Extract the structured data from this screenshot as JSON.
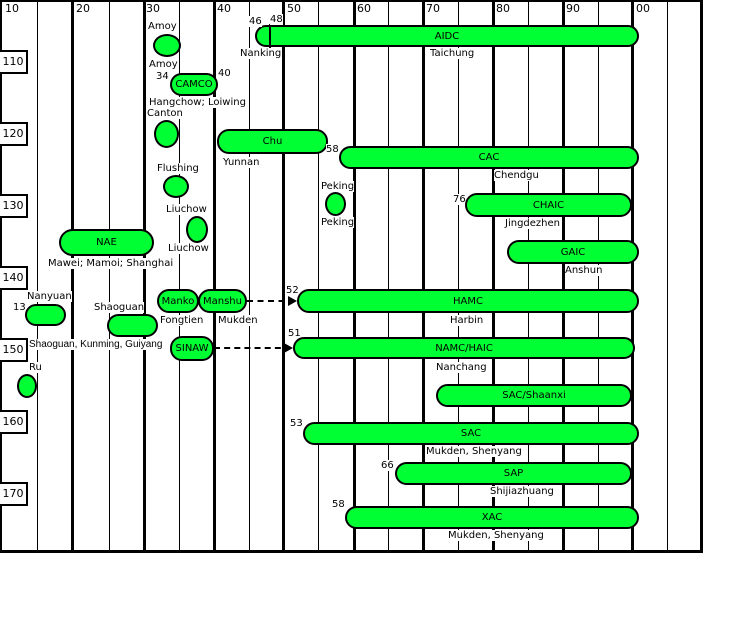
{
  "x_ticks": [
    "10",
    "20",
    "30",
    "40",
    "50",
    "60",
    "70",
    "80",
    "90",
    "00"
  ],
  "y_ticks": [
    "110",
    "120",
    "130",
    "140",
    "150",
    "160",
    "170"
  ],
  "bars": {
    "aidc": {
      "name": "AIDC",
      "start": "46",
      "mark": "48",
      "loc_left": "Nanking",
      "loc": "Taichung"
    },
    "camco": {
      "name": "CAMCO",
      "start": "34",
      "end": "40",
      "loc": "Hangchow; Loiwing"
    },
    "chu": {
      "name": "Chu",
      "loc": "Yunnan"
    },
    "cac": {
      "name": "CAC",
      "start": "58",
      "loc": "Chendgu"
    },
    "chaic": {
      "name": "CHAIC",
      "start": "76",
      "loc": "Jingdezhen"
    },
    "nae": {
      "name": "NAE",
      "loc": "Mawei; Mamoi; Shanghai"
    },
    "gaic": {
      "name": "GAIC",
      "loc": "Anshun"
    },
    "manko": {
      "name": "Manko",
      "loc": "Fongtien"
    },
    "manshu": {
      "name": "Manshu",
      "loc": "Mukden"
    },
    "hamc": {
      "name": "HAMC",
      "start": "52",
      "loc": "Harbin"
    },
    "sinaw": {
      "name": "SINAW"
    },
    "namc": {
      "name": "NAMC/HAIC",
      "start": "51",
      "loc": "Nanchang"
    },
    "sacsx": {
      "name": "SAC/Shaanxi"
    },
    "sac": {
      "name": "SAC",
      "start": "53",
      "loc": "Mukden, Shenyang"
    },
    "sap": {
      "name": "SAP",
      "start": "66",
      "loc": "Shijiazhuang"
    },
    "xac": {
      "name": "XAC",
      "start": "58",
      "loc": "Mukden, Shenyang"
    },
    "shaoguan": {
      "top": "Shaoguan",
      "loc": "Shaoguan, Kunming, Guiyang"
    },
    "nanyuan": {
      "top": "Nanyuan",
      "start": "13"
    }
  },
  "sites": {
    "amoy_top": "Amoy",
    "amoy_bottom": "Amoy",
    "canton": "Canton",
    "flushing": "Flushing",
    "liuchow1": "Liuchow",
    "liuchow2": "Liuchow",
    "peking_top": "Peking",
    "peking_bottom": "Peking",
    "ru": "Ru"
  },
  "colors": {
    "bar_fill": "#00ff33",
    "line": "#000000"
  }
}
